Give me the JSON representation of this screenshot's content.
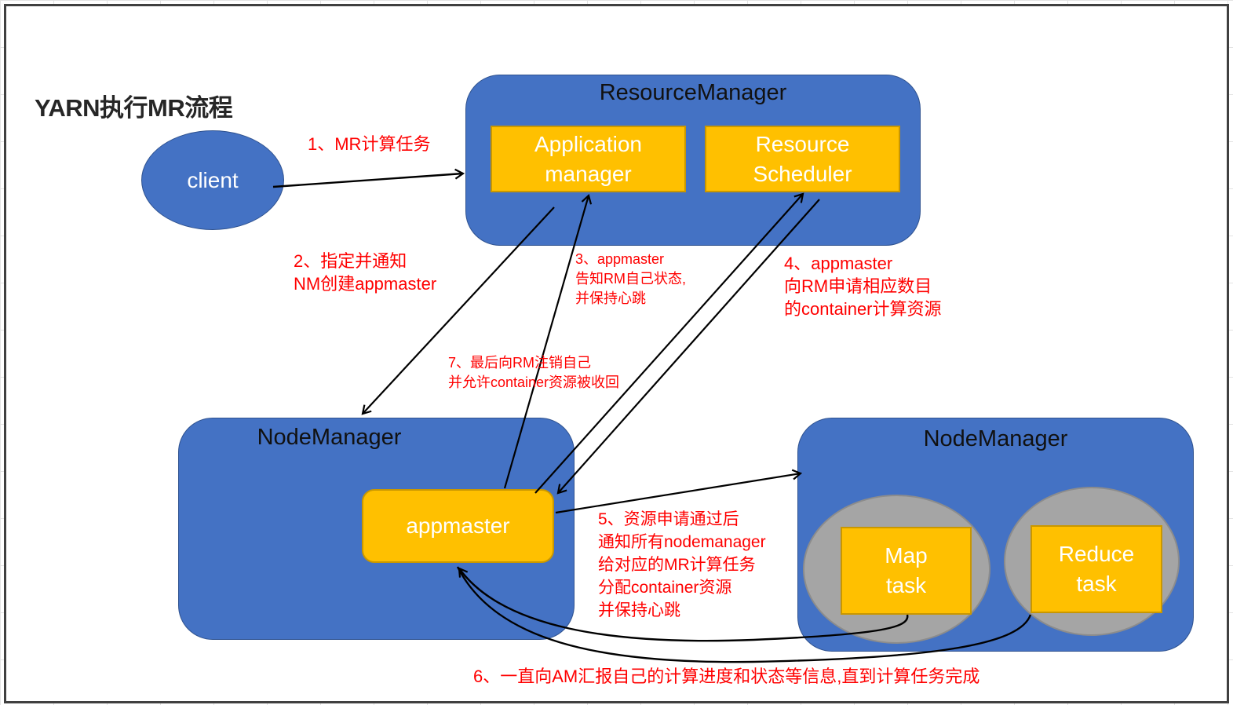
{
  "title": "YARN执行MR流程",
  "nodes": {
    "client": "client",
    "resource_manager": {
      "title": "ResourceManager",
      "application_manager": [
        "Application",
        "manager"
      ],
      "resource_scheduler": [
        "Resource",
        "Scheduler"
      ]
    },
    "node_manager_left": {
      "title": "NodeManager",
      "appmaster": "appmaster"
    },
    "node_manager_right": {
      "title": "NodeManager",
      "map_task": [
        "Map",
        "task"
      ],
      "reduce_task": [
        "Reduce",
        "task"
      ]
    }
  },
  "steps": {
    "step1": [
      "1、MR计算任务"
    ],
    "step2": [
      "2、指定并通知",
      "NM创建appmaster"
    ],
    "step3": [
      "3、appmaster",
      "告知RM自己状态,",
      "并保持心跳"
    ],
    "step4": [
      "4、appmaster",
      "向RM申请相应数目",
      "的container计算资源"
    ],
    "step5": [
      "5、资源申请通过后",
      "通知所有nodemanager",
      "给对应的MR计算任务",
      "分配container资源",
      "并保持心跳"
    ],
    "step6": [
      "6、一直向AM汇报自己的计算进度和状态等信息,直到计算任务完成"
    ],
    "step7": [
      "7、最后向RM注销自己",
      "并允许container资源被收回"
    ]
  },
  "colors": {
    "node_blue": "#4472C4",
    "task_orange": "#FFC000",
    "container_gray": "#A5A5A5",
    "label_red": "#FF0000",
    "arrow_black": "#000000"
  }
}
